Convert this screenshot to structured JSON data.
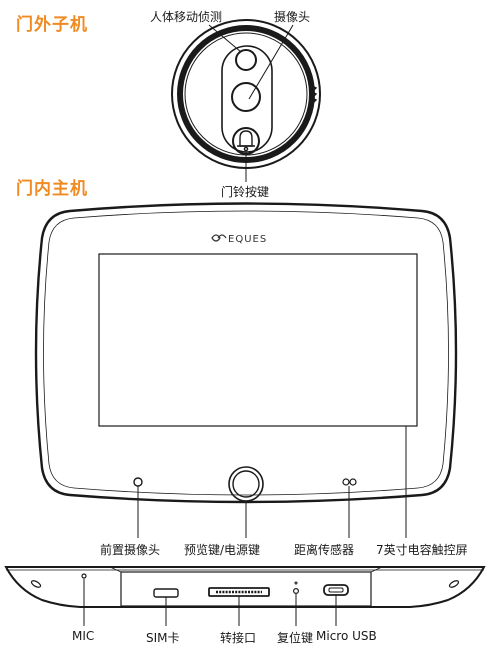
{
  "sections": {
    "outdoor_title": "门外子机",
    "indoor_title": "门内主机"
  },
  "brand": "EQUES",
  "labels": {
    "motion_sensor": "人体移动侦测",
    "camera": "摄像头",
    "doorbell_button": "门铃按键",
    "front_camera": "前置摄像头",
    "preview_power_key": "预览键/电源键",
    "distance_sensor": "距离传感器",
    "touchscreen": "7英寸电容触控屏",
    "mic": "MIC",
    "sim_card": "SIM卡",
    "adapter_port": "转接口",
    "reset_key": "复位键",
    "micro_usb": "Micro USB"
  },
  "icons": [
    "bell-icon"
  ],
  "colors": {
    "title_accent": "#f08a22",
    "line": "#1a1a1a",
    "device_fill": "#ffffff"
  }
}
